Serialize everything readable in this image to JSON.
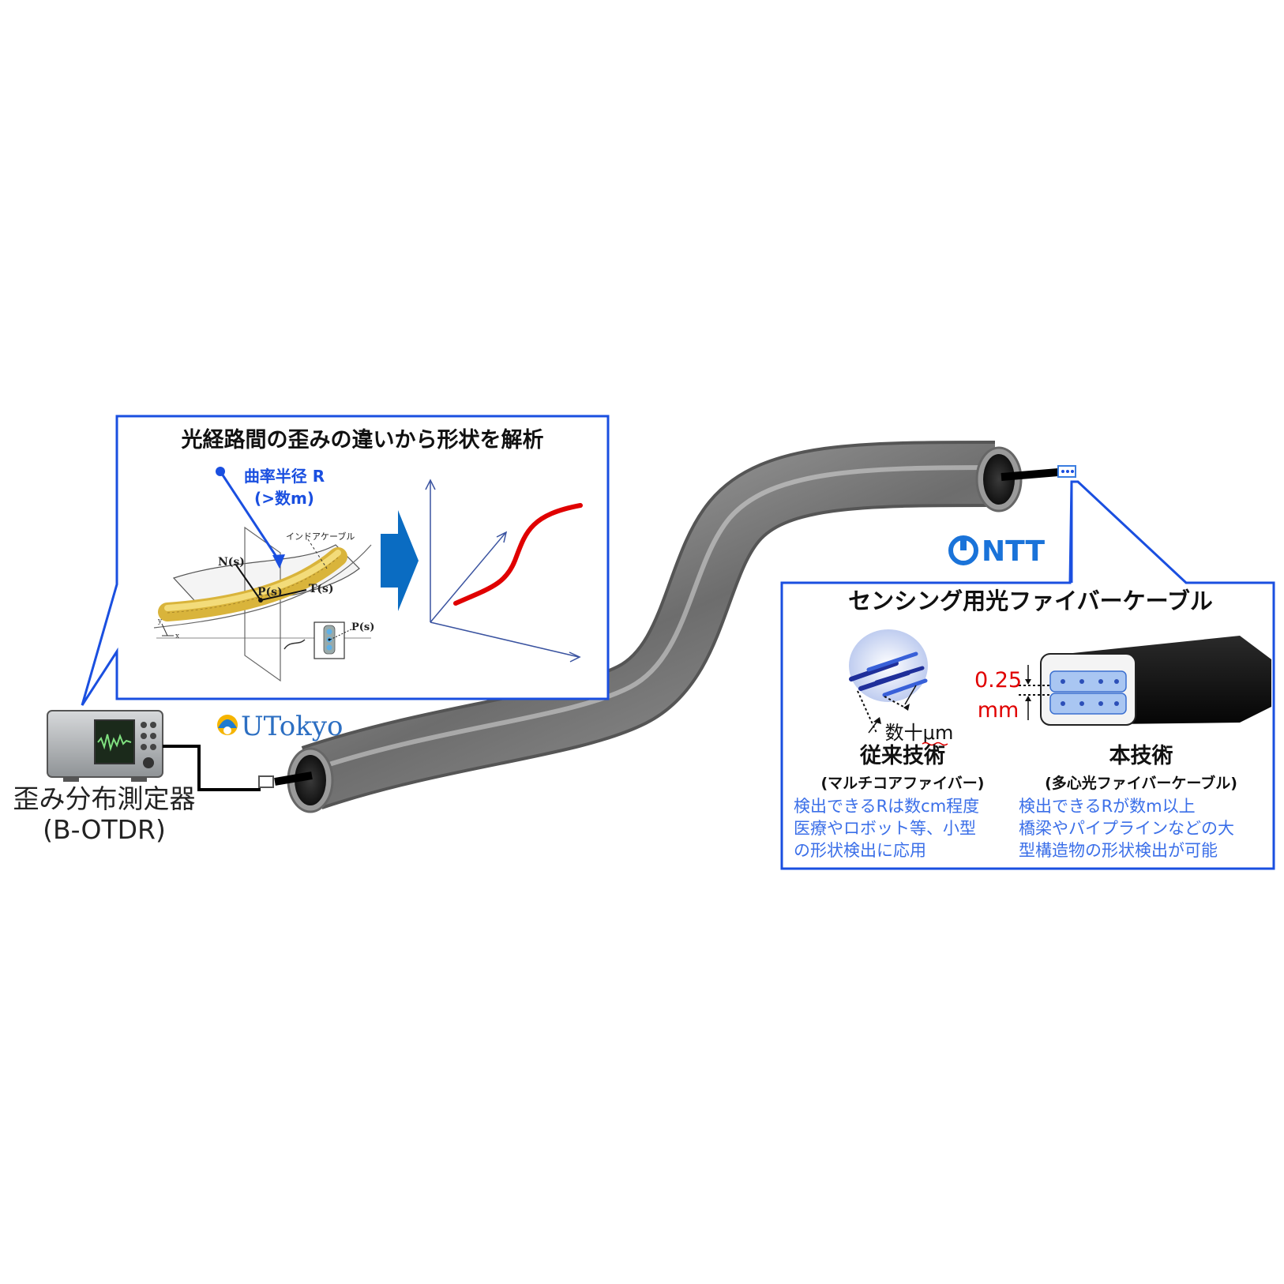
{
  "analysis_panel": {
    "title": "光経路間の歪みの違いから形状を解析",
    "curvature_label": "曲率半径 R",
    "curvature_sub": "(>数m)",
    "cable_label": "インドアケーブル",
    "frame_n": "N(s)",
    "frame_t": "T(s)",
    "frame_p": "P(s)",
    "inset_p": "P(s)",
    "axis_y": "y",
    "axis_x": "x"
  },
  "device": {
    "name": "歪み分布測定器",
    "model": "(B-OTDR)"
  },
  "logos": {
    "utokyo": "UTokyo",
    "ntt": "NTT"
  },
  "cable_panel": {
    "title": "センシング用光ファイバーケーブル",
    "dimension_value": "0.25",
    "dimension_unit": "mm",
    "conventional": {
      "scale": "数十μm",
      "name": "従来技術",
      "sub": "(マルチコアファイバー)",
      "desc": [
        "検出できるRは数cm程度",
        "医療やロボット等、小型",
        "の形状検出に応用"
      ]
    },
    "proposed": {
      "name": "本技術",
      "sub": "(多心光ファイバーケーブル)",
      "desc": [
        "検出できるRが数m以上",
        "橋梁やパイプラインなどの大",
        "型構造物の形状検出が可能"
      ]
    }
  },
  "colors": {
    "frame_blue": "#1a4fe0",
    "accent_blue": "#3b6fe8",
    "red_curve": "#e00000",
    "red_text": "#e00000",
    "arrow_blue": "#0a6cc2",
    "yellow_cable": "#e8c94a",
    "pipe_grey": "#8a8a8a"
  }
}
